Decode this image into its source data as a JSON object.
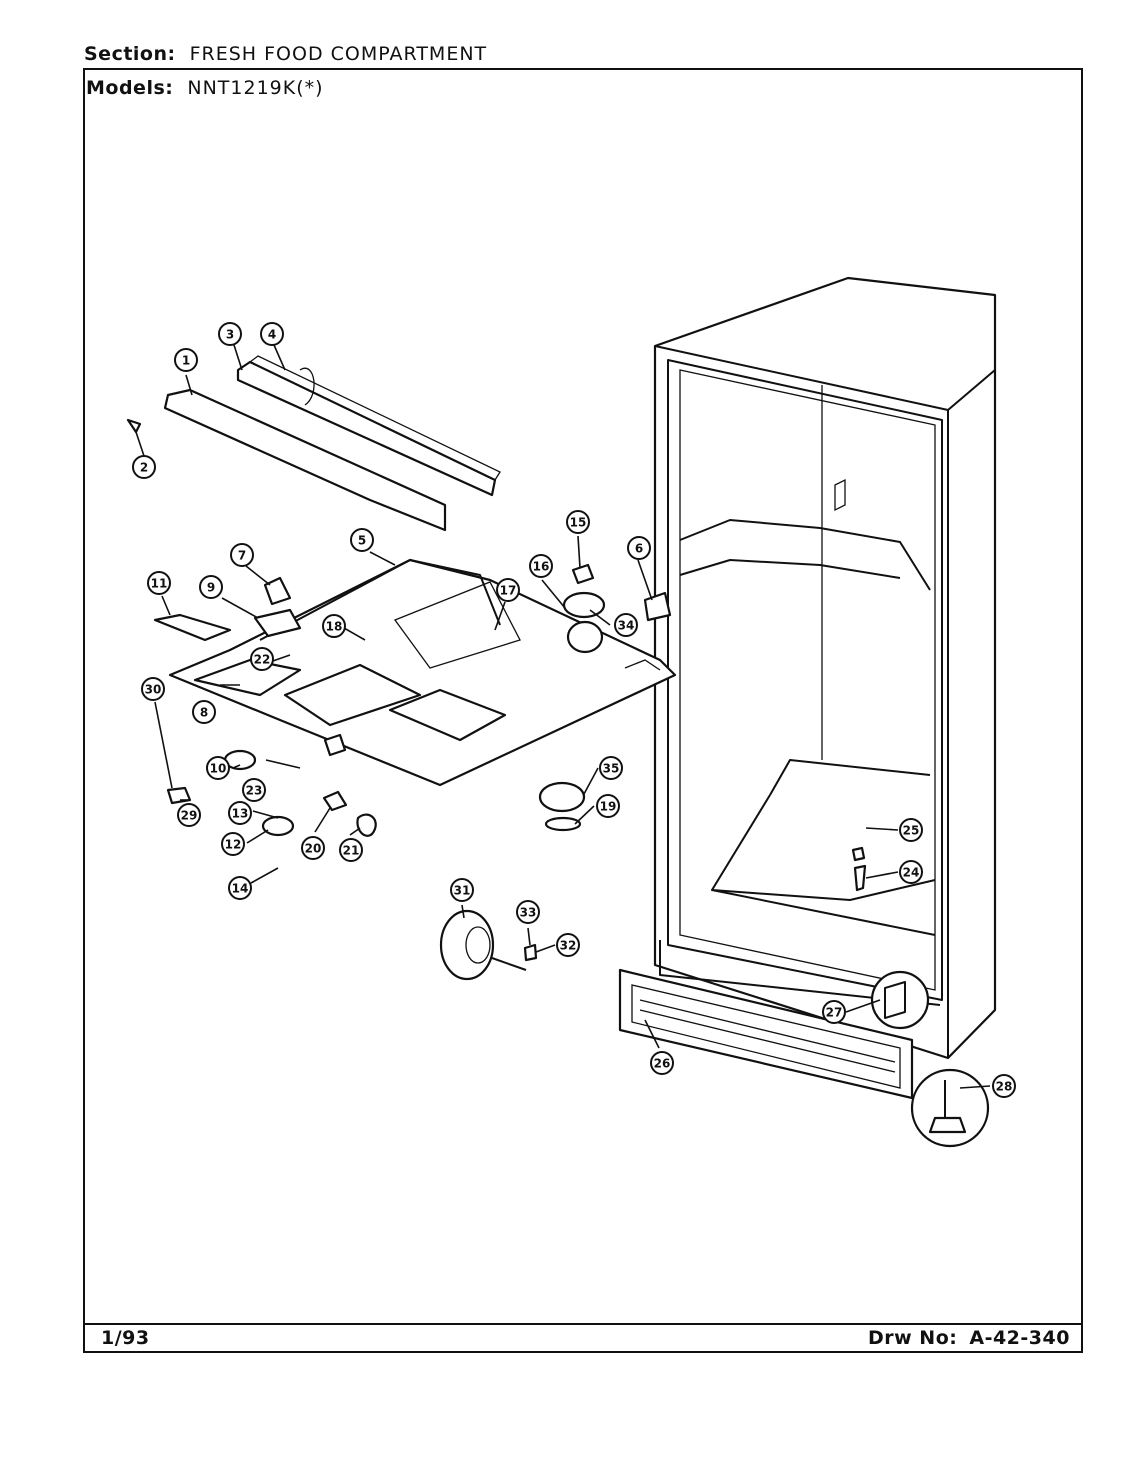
{
  "header": {
    "section_label": "Section:",
    "section_value": "FRESH FOOD COMPARTMENT",
    "models_label": "Models:",
    "models_value": "NNT1219K(*)"
  },
  "footer": {
    "date": "1/93",
    "drawing_label": "Drw No:",
    "drawing_number": "A-42-340"
  },
  "callouts": [
    "1",
    "2",
    "3",
    "4",
    "5",
    "6",
    "7",
    "8",
    "9",
    "10",
    "11",
    "12",
    "13",
    "14",
    "15",
    "16",
    "17",
    "18",
    "19",
    "20",
    "21",
    "22",
    "23",
    "24",
    "25",
    "26",
    "27",
    "28",
    "29",
    "30",
    "31",
    "32",
    "33",
    "34",
    "35"
  ]
}
